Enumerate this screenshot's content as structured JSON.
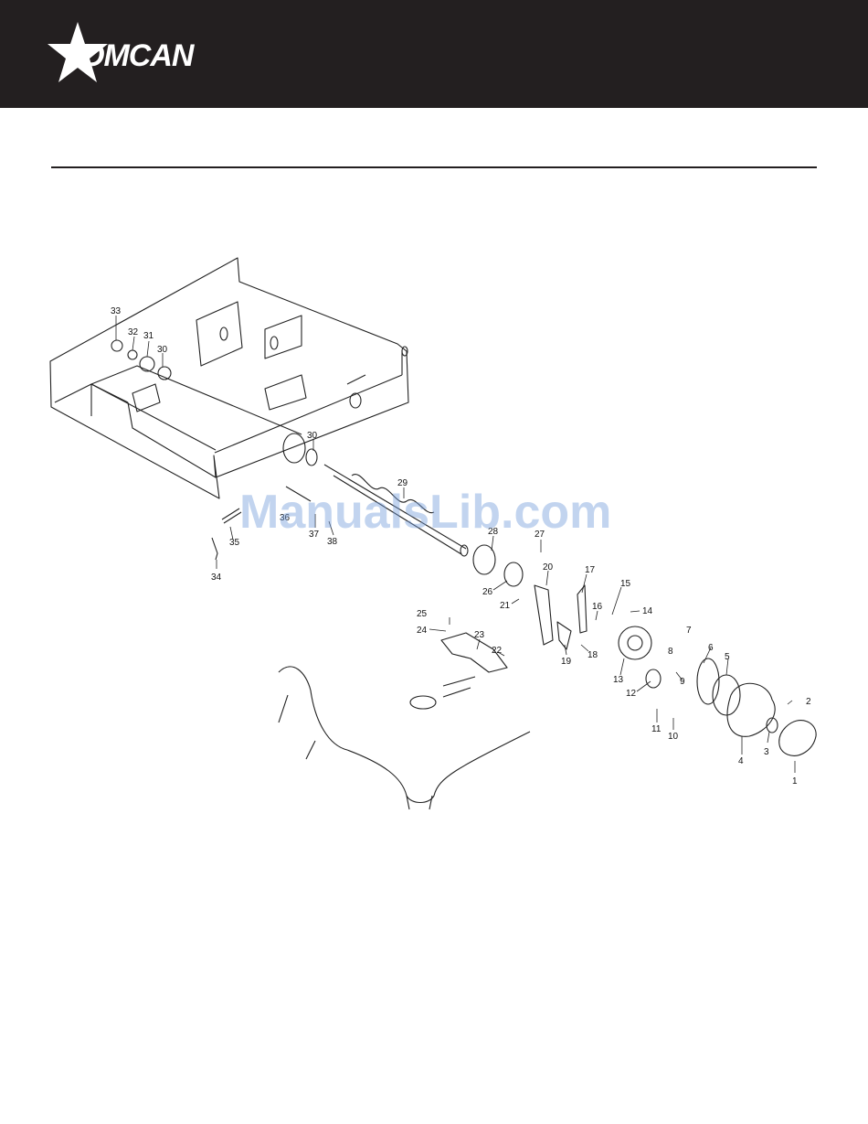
{
  "brand": {
    "name": "OMCAN"
  },
  "watermark": "ManualsLib.com",
  "callouts": [
    "1",
    "2",
    "3",
    "4",
    "5",
    "6",
    "7",
    "8",
    "9",
    "10",
    "11",
    "12",
    "13",
    "14",
    "15",
    "16",
    "17",
    "18",
    "19",
    "20",
    "21",
    "22",
    "23",
    "24",
    "25",
    "26",
    "27",
    "28",
    "29",
    "30",
    "30",
    "31",
    "32",
    "33",
    "34",
    "35",
    "36",
    "37",
    "38"
  ],
  "colors": {
    "header": "#231f20",
    "line": "#231f20"
  }
}
